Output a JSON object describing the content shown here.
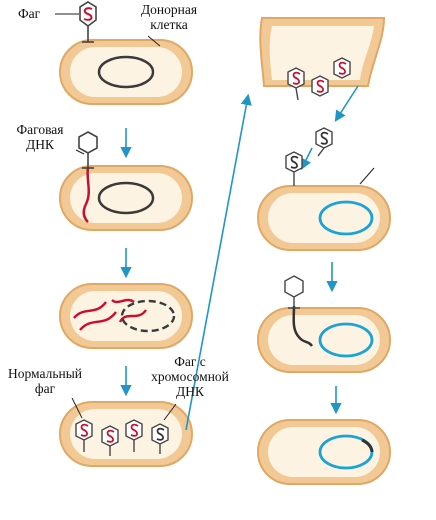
{
  "labels": {
    "phage": "Фаг",
    "donor_cell_line1": "Донорная",
    "donor_cell_line2": "клетка",
    "phage_dna_line1": "Фаговая",
    "phage_dna_line2": "ДНК",
    "normal_phage_line1": "Нормальный",
    "normal_phage_line2": "фаг",
    "chrom_phage_line1": "Фаг с",
    "chrom_phage_line2": "хромосомной",
    "chrom_phage_line3": "ДНК"
  },
  "colors": {
    "cell_outer": "#f2c994",
    "cell_inner": "#fdf3e2",
    "arrow": "#1f96c6",
    "donor_chromosome": "#3a3a3a",
    "recipient_chromosome": "#1aa3d4",
    "phage_dna": "#c8102e",
    "phage_body": "#555555"
  },
  "icons": [
    "phage-icon",
    "arrow-icon"
  ]
}
